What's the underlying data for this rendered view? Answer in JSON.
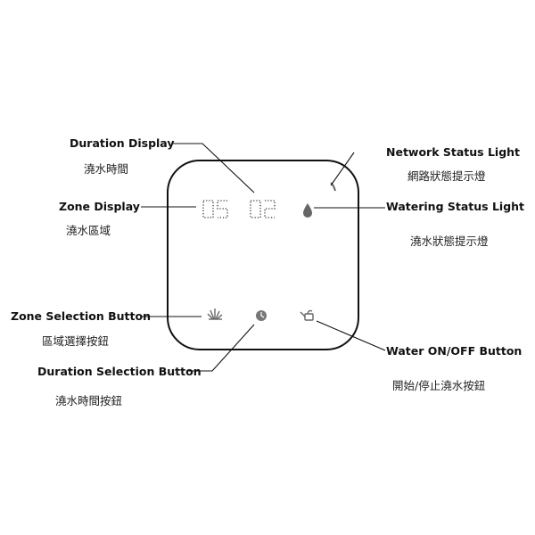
{
  "display": {
    "zone_value": "05",
    "duration_value": "02"
  },
  "labels": {
    "duration_display": {
      "en": "Duration Display",
      "zh": "澆水時間"
    },
    "zone_display": {
      "en": "Zone Display",
      "zh": "澆水區域"
    },
    "zone_selection_button": {
      "en": "Zone Selection Button",
      "zh": "區域選擇按鈕"
    },
    "duration_selection_button": {
      "en": "Duration Selection Button",
      "zh": "澆水時間按鈕"
    },
    "network_status_light": {
      "en": "Network Status Light",
      "zh": "網路狀態提示燈"
    },
    "watering_status_light": {
      "en": "Watering Status Light",
      "zh": "澆水狀態提示燈"
    },
    "water_onoff_button": {
      "en": "Water ON/OFF Button",
      "zh": "開始/停止澆水按鈕"
    }
  },
  "icons": {
    "zone_button": "grass-icon",
    "duration_button": "clock-icon",
    "water_button": "watering-can-icon",
    "network_light": "wifi-arc-icon",
    "watering_light": "water-drop-icon"
  }
}
